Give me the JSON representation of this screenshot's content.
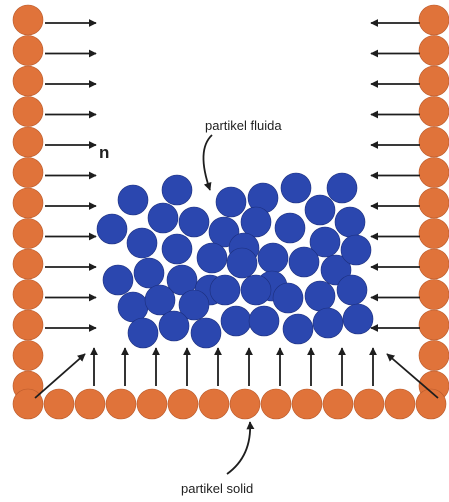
{
  "labels": {
    "fluid_particle": "partikel fluida",
    "solid_particle": "partikel solid",
    "normal_vector": "n"
  },
  "colors": {
    "solid": "#E0733A",
    "solid_stroke": "#B9592A",
    "fluid": "#2B47AF",
    "fluid_stroke": "#1C2F7E",
    "arrow": "#1E1E1E"
  }
}
